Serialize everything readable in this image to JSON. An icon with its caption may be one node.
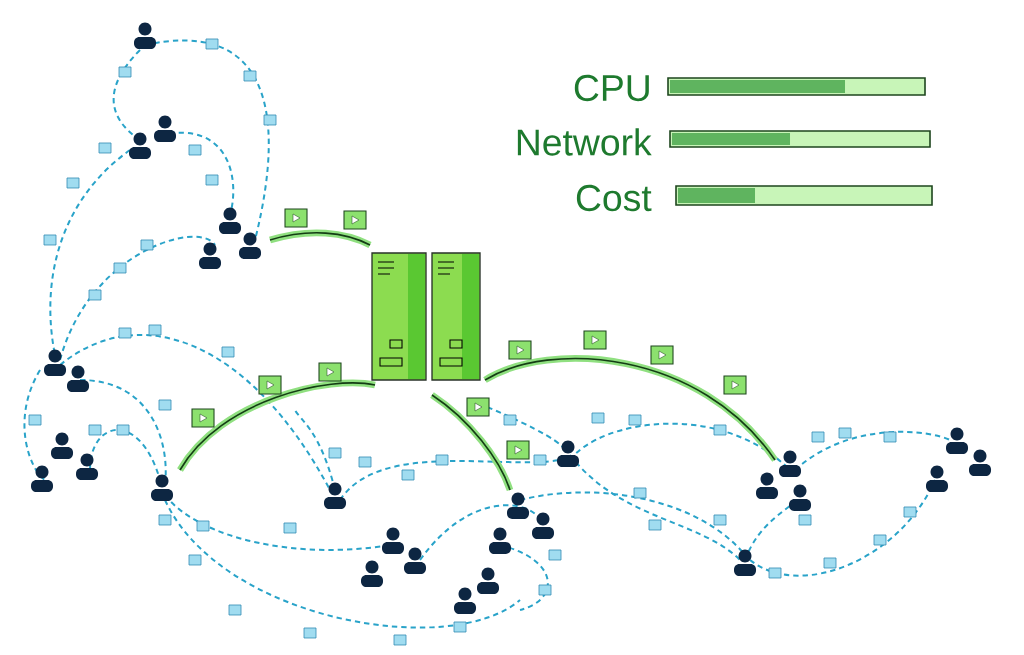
{
  "diagram": {
    "labels": [
      "CPU",
      "Network",
      "Cost"
    ]
  }
}
